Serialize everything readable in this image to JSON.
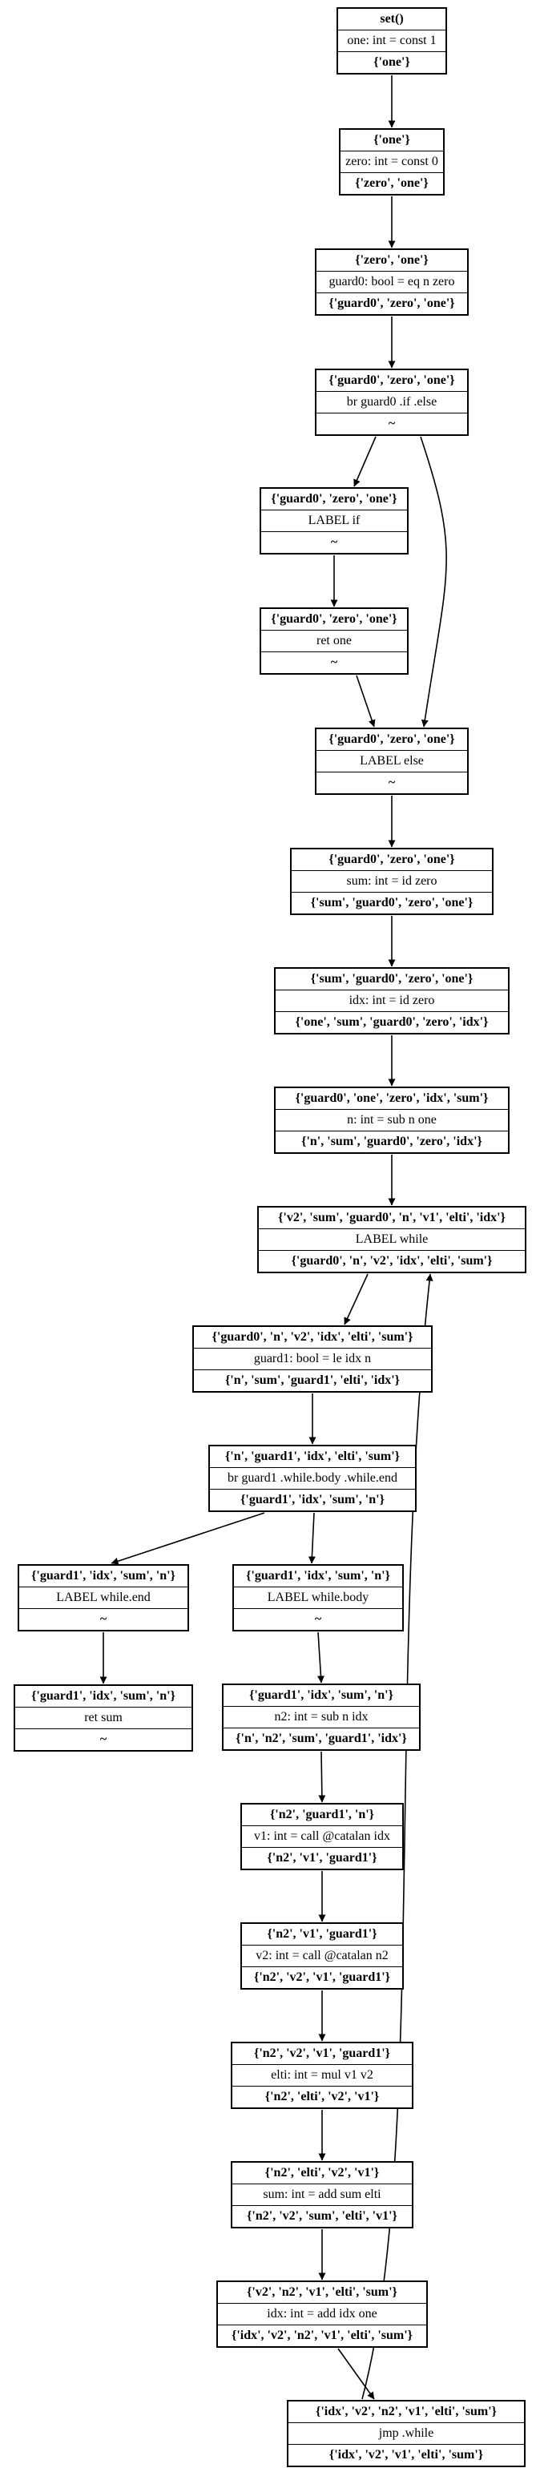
{
  "nodes": [
    {
      "id": "n0",
      "rows": [
        "set()",
        "one: int = const 1",
        "{'one'}"
      ]
    },
    {
      "id": "n1",
      "rows": [
        "{'one'}",
        "zero: int = const 0",
        "{'zero', 'one'}"
      ]
    },
    {
      "id": "n2",
      "rows": [
        "{'zero', 'one'}",
        "guard0: bool = eq n zero",
        "{'guard0', 'zero', 'one'}"
      ]
    },
    {
      "id": "n3",
      "rows": [
        "{'guard0', 'zero', 'one'}",
        "br guard0 .if .else",
        "~"
      ]
    },
    {
      "id": "n4",
      "rows": [
        "{'guard0', 'zero', 'one'}",
        "LABEL if",
        "~"
      ]
    },
    {
      "id": "n5",
      "rows": [
        "{'guard0', 'zero', 'one'}",
        "ret one",
        "~"
      ]
    },
    {
      "id": "n6",
      "rows": [
        "{'guard0', 'zero', 'one'}",
        "LABEL else",
        "~"
      ]
    },
    {
      "id": "n7",
      "rows": [
        "{'guard0', 'zero', 'one'}",
        "sum: int = id zero",
        "{'sum', 'guard0', 'zero', 'one'}"
      ]
    },
    {
      "id": "n8",
      "rows": [
        "{'sum', 'guard0', 'zero', 'one'}",
        "idx: int = id zero",
        "{'one', 'sum', 'guard0', 'zero', 'idx'}"
      ]
    },
    {
      "id": "n9",
      "rows": [
        "{'guard0', 'one', 'zero', 'idx', 'sum'}",
        "n: int = sub n one",
        "{'n', 'sum', 'guard0', 'zero', 'idx'}"
      ]
    },
    {
      "id": "n10",
      "rows": [
        "{'v2', 'sum', 'guard0', 'n', 'v1', 'elti', 'idx'}",
        "LABEL while",
        "{'guard0', 'n', 'v2', 'idx', 'elti', 'sum'}"
      ]
    },
    {
      "id": "n11",
      "rows": [
        "{'guard0', 'n', 'v2', 'idx', 'elti', 'sum'}",
        "guard1: bool = le idx n",
        "{'n', 'sum', 'guard1', 'elti', 'idx'}"
      ]
    },
    {
      "id": "n12",
      "rows": [
        "{'n', 'guard1', 'idx', 'elti', 'sum'}",
        "br guard1 .while.body .while.end",
        "{'guard1', 'idx', 'sum', 'n'}"
      ]
    },
    {
      "id": "n13",
      "rows": [
        "{'guard1', 'idx', 'sum', 'n'}",
        "LABEL while.end",
        "~"
      ]
    },
    {
      "id": "n14",
      "rows": [
        "{'guard1', 'idx', 'sum', 'n'}",
        "ret sum",
        "~"
      ]
    },
    {
      "id": "n15",
      "rows": [
        "{'guard1', 'idx', 'sum', 'n'}",
        "LABEL while.body",
        "~"
      ]
    },
    {
      "id": "n16",
      "rows": [
        "{'guard1', 'idx', 'sum', 'n'}",
        "n2: int = sub n idx",
        "{'n', 'n2', 'sum', 'guard1', 'idx'}"
      ]
    },
    {
      "id": "n17",
      "rows": [
        "{'n2', 'guard1', 'n'}",
        "v1: int = call @catalan idx",
        "{'n2', 'v1', 'guard1'}"
      ]
    },
    {
      "id": "n18",
      "rows": [
        "{'n2', 'v1', 'guard1'}",
        "v2: int = call @catalan n2",
        "{'n2', 'v2', 'v1', 'guard1'}"
      ]
    },
    {
      "id": "n19",
      "rows": [
        "{'n2', 'v2', 'v1', 'guard1'}",
        "elti: int = mul v1 v2",
        "{'n2', 'elti', 'v2', 'v1'}"
      ]
    },
    {
      "id": "n20",
      "rows": [
        "{'n2', 'elti', 'v2', 'v1'}",
        "sum: int = add sum elti",
        "{'n2', 'v2', 'sum', 'elti', 'v1'}"
      ]
    },
    {
      "id": "n21",
      "rows": [
        "{'v2', 'n2', 'v1', 'elti', 'sum'}",
        "idx: int = add idx one",
        "{'idx', 'v2', 'n2', 'v1', 'elti', 'sum'}"
      ]
    },
    {
      "id": "n22",
      "rows": [
        "{'idx', 'v2', 'n2', 'v1', 'elti', 'sum'}",
        "jmp .while",
        "{'idx', 'v2', 'v1', 'elti', 'sum'}"
      ]
    }
  ],
  "edges": [
    [
      "n0",
      "n1"
    ],
    [
      "n1",
      "n2"
    ],
    [
      "n2",
      "n3"
    ],
    [
      "n3",
      "n4"
    ],
    [
      "n3",
      "n6"
    ],
    [
      "n4",
      "n5"
    ],
    [
      "n5",
      "n6"
    ],
    [
      "n6",
      "n7"
    ],
    [
      "n7",
      "n8"
    ],
    [
      "n8",
      "n9"
    ],
    [
      "n9",
      "n10"
    ],
    [
      "n10",
      "n11"
    ],
    [
      "n11",
      "n12"
    ],
    [
      "n12",
      "n13"
    ],
    [
      "n12",
      "n15"
    ],
    [
      "n13",
      "n14"
    ],
    [
      "n15",
      "n16"
    ],
    [
      "n16",
      "n17"
    ],
    [
      "n17",
      "n18"
    ],
    [
      "n18",
      "n19"
    ],
    [
      "n19",
      "n20"
    ],
    [
      "n20",
      "n21"
    ],
    [
      "n21",
      "n22"
    ],
    [
      "n22",
      "n10"
    ]
  ]
}
